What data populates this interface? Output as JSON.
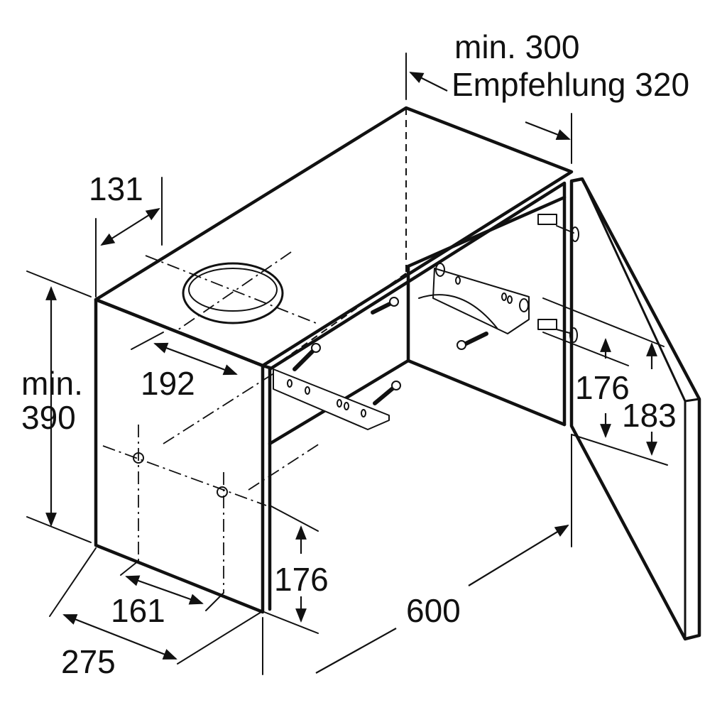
{
  "diagram": {
    "top_note_line1": "min. 300",
    "top_note_line2": "Empfehlung 320",
    "dims": {
      "d131": "131",
      "d192": "192",
      "min_label": "min.",
      "d390": "390",
      "d176_right": "176",
      "d183": "183",
      "d176_bottom": "176",
      "d161": "161",
      "d275": "275",
      "d600": "600"
    },
    "colors": {
      "line": "#111111",
      "background": "#ffffff"
    }
  }
}
